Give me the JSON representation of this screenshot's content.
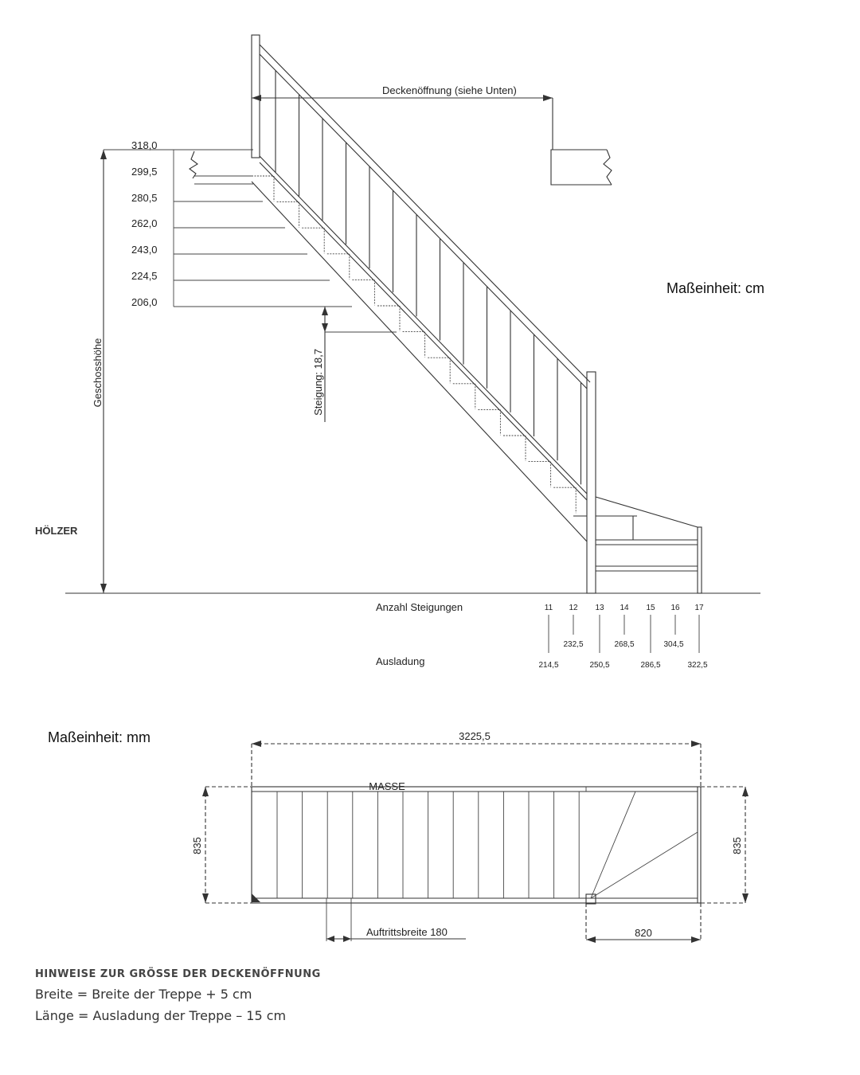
{
  "side_view": {
    "unit_label": "Maßeinheit: cm",
    "ceiling_opening_label": "Deckenöffnung (siehe Unten)",
    "floor_height_label": "Geschosshöhe",
    "rise_label": "Steigung: 18,7",
    "woods_label": "HÖLZER",
    "heights": [
      "318,0",
      "299,5",
      "280,5",
      "262,0",
      "243,0",
      "224,5",
      "206,0"
    ],
    "risers_label": "Anzahl Steigungen",
    "reach_label": "Ausladung",
    "riser_counts": [
      "11",
      "12",
      "13",
      "14",
      "15",
      "16",
      "17"
    ],
    "reach_upper": [
      "232,5",
      "268,5",
      "304,5"
    ],
    "reach_lower": [
      "214,5",
      "250,5",
      "286,5",
      "322,5"
    ]
  },
  "plan_view": {
    "unit_label": "Maßeinheit: mm",
    "total_length": "3225,5",
    "masse_label": "MASSE",
    "width_left": "835",
    "width_right": "835",
    "tread_width_label": "Auftrittsbreite 180",
    "landing_length": "820"
  },
  "notes": {
    "title": "HINWEISE ZUR GRÖSSE DER DECKENÖFFNUNG",
    "line1": "Breite = Breite der Treppe + 5 cm",
    "line2": "Länge = Ausladung der Treppe – 15 cm"
  }
}
